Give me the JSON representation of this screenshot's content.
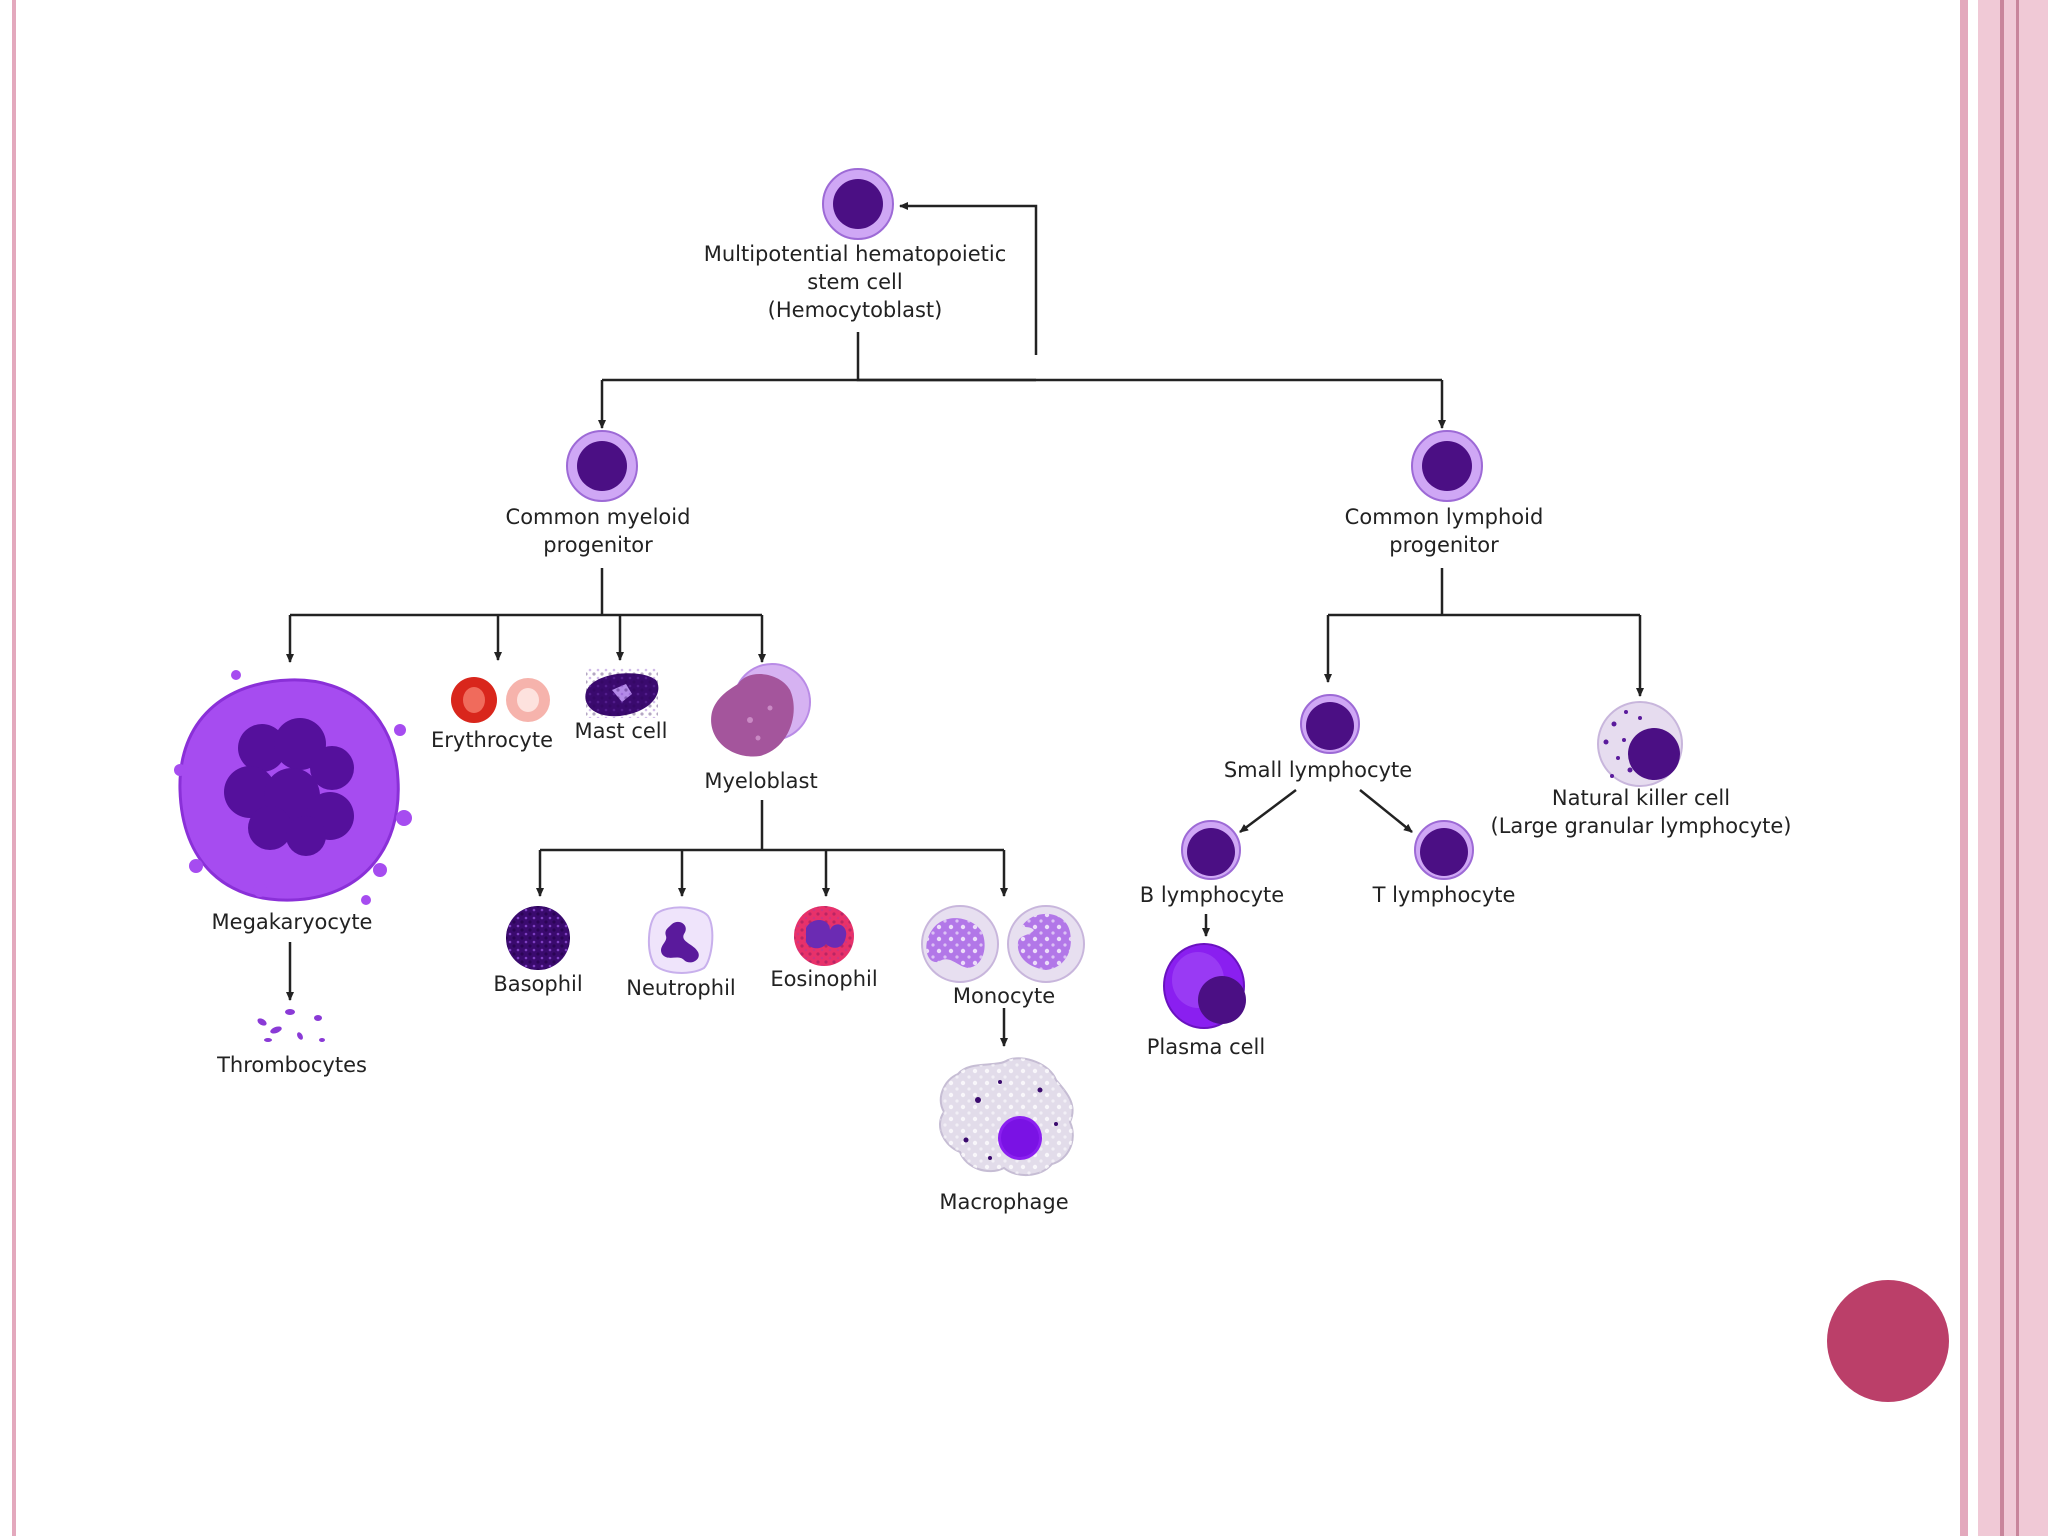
{
  "colors": {
    "frame": "#e3a9bd",
    "frame_dark": "#c8859b",
    "accent_dot": "#bb3f69",
    "cell_ring": "#cfa7f5",
    "cell_nucleus": "#4b0f84",
    "line": "#222222"
  },
  "labels": {
    "stem": [
      "Multipotential hematopoietic",
      "stem cell",
      "(Hemocytoblast)"
    ],
    "myeloid": [
      "Common myeloid",
      "progenitor"
    ],
    "lymphoid": [
      "Common lymphoid",
      "progenitor"
    ],
    "megakaryocyte": "Megakaryocyte",
    "thrombocytes": "Thrombocytes",
    "erythrocyte": "Erythrocyte",
    "mast": "Mast cell",
    "myeloblast": "Myeloblast",
    "basophil": "Basophil",
    "neutrophil": "Neutrophil",
    "eosinophil": "Eosinophil",
    "monocyte": "Monocyte",
    "macrophage": "Macrophage",
    "small_lymph": "Small lymphocyte",
    "nk": [
      "Natural killer cell",
      "(Large granular lymphocyte)"
    ],
    "b_lymph": "B lymphocyte",
    "t_lymph": "T lymphocyte",
    "plasma": "Plasma cell"
  }
}
